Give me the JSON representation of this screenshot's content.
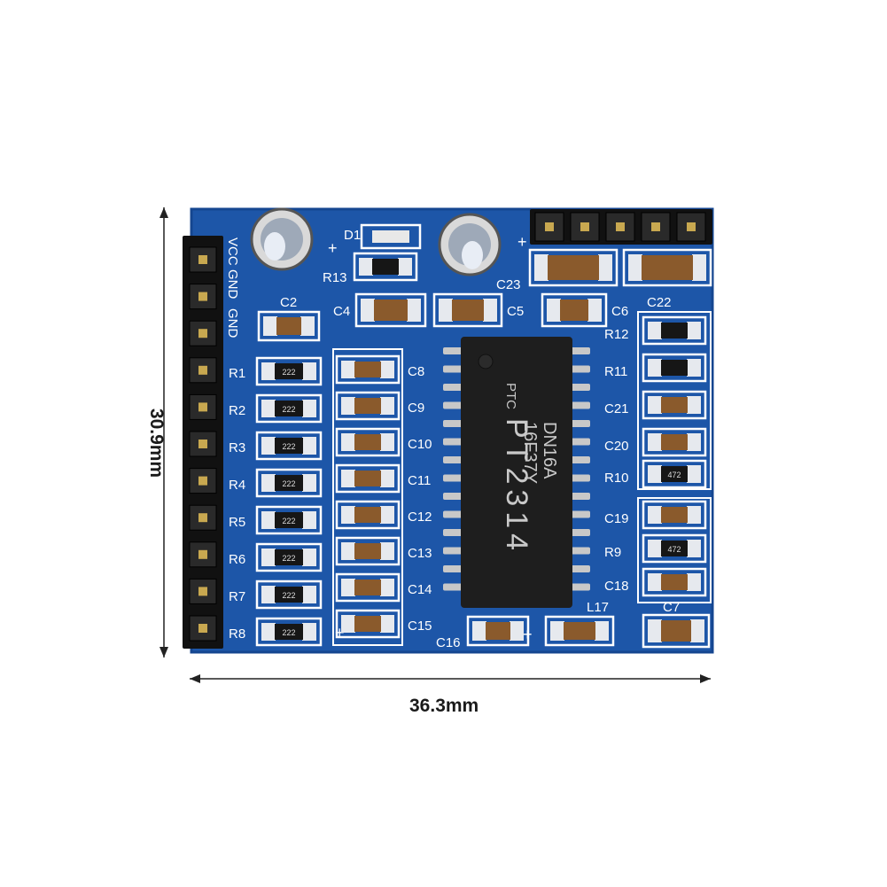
{
  "dimensions": {
    "width": "36.3mm",
    "height": "30.9mm"
  },
  "chip": {
    "line1": "PT2314",
    "line2": "16F37Y",
    "line3": "DN16A",
    "logo": "PTC"
  },
  "header_left_labels": [
    "VCC",
    "GND",
    "GND"
  ],
  "left_resistors": [
    "R1",
    "R2",
    "R3",
    "R4",
    "R5",
    "R6",
    "R7",
    "R8"
  ],
  "left_caps": [
    "C8",
    "C9",
    "C10",
    "C11",
    "C12",
    "C13",
    "C14",
    "C15"
  ],
  "right_labels": [
    "R12",
    "R11",
    "C21",
    "C20",
    "R10",
    "C19",
    "R9",
    "C18"
  ],
  "top_labels": [
    "D1",
    "R13",
    "C23",
    "C2",
    "C4",
    "C5",
    "C6",
    "C22"
  ],
  "bottom_labels": [
    "C16",
    "L17",
    "C7"
  ],
  "resistor_code": "222",
  "resistor_code_alt": "472",
  "plus_sign": "+",
  "colors": {
    "pcb": "#1d56a8",
    "pcb_dark": "#14408a",
    "silkscreen": "#ffffff",
    "header": "#111111",
    "chip": "#1e1e1e",
    "pins": "#c8c8c8"
  }
}
